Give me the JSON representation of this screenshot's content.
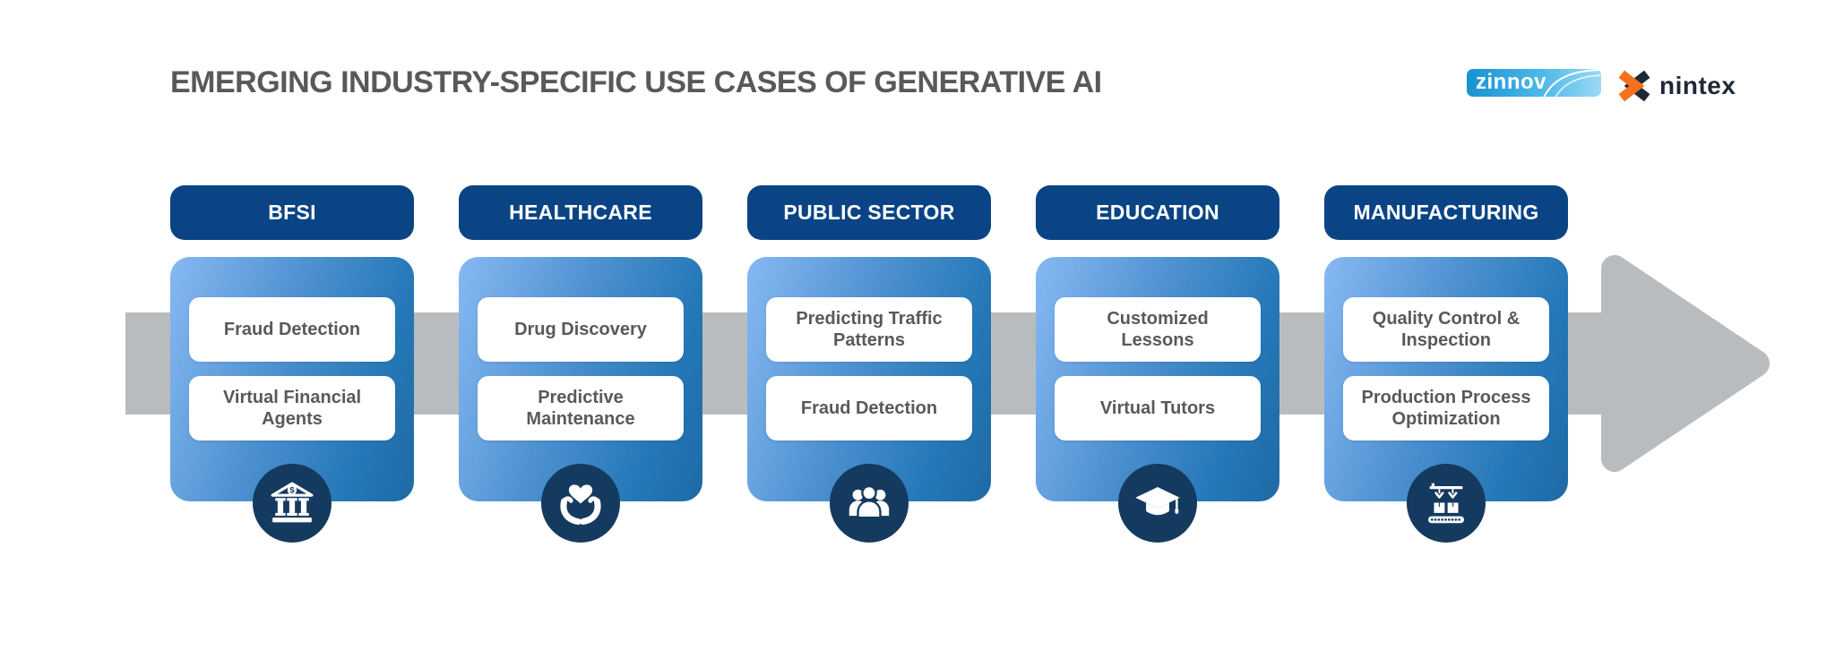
{
  "title": "EMERGING INDUSTRY-SPECIFIC USE CASES OF GENERATIVE AI",
  "logos": {
    "zinnov": "zinnov",
    "nintex": "nintex"
  },
  "columns": [
    {
      "name": "BFSI",
      "icon": "bank-icon",
      "use_cases": [
        "Fraud Detection",
        "Virtual Financial Agents"
      ]
    },
    {
      "name": "HEALTHCARE",
      "icon": "hands-heart-icon",
      "use_cases": [
        "Drug Discovery",
        "Predictive Maintenance"
      ]
    },
    {
      "name": "PUBLIC SECTOR",
      "icon": "people-group-icon",
      "use_cases": [
        "Predicting Traffic Patterns",
        "Fraud Detection"
      ]
    },
    {
      "name": "EDUCATION",
      "icon": "graduation-cap-icon",
      "use_cases": [
        "Customized Lessons",
        "Virtual Tutors"
      ]
    },
    {
      "name": "MANUFACTURING",
      "icon": "conveyor-robot-icon",
      "use_cases": [
        "Quality Control & Inspection",
        "Production Process Optimization"
      ]
    }
  ],
  "colors": {
    "header_navy": "#0A4485",
    "icon_circle_navy": "#143A5F",
    "card_gradient_start": "#87B9F3",
    "card_gradient_end": "#1E6AA5",
    "arrow_gray": "#B9BCBF",
    "title_gray": "#58595B",
    "use_case_text": "#58595B",
    "zinnov_blue": "#1792D2",
    "nintex_orange": "#F4711F",
    "nintex_dark": "#1D2935"
  }
}
